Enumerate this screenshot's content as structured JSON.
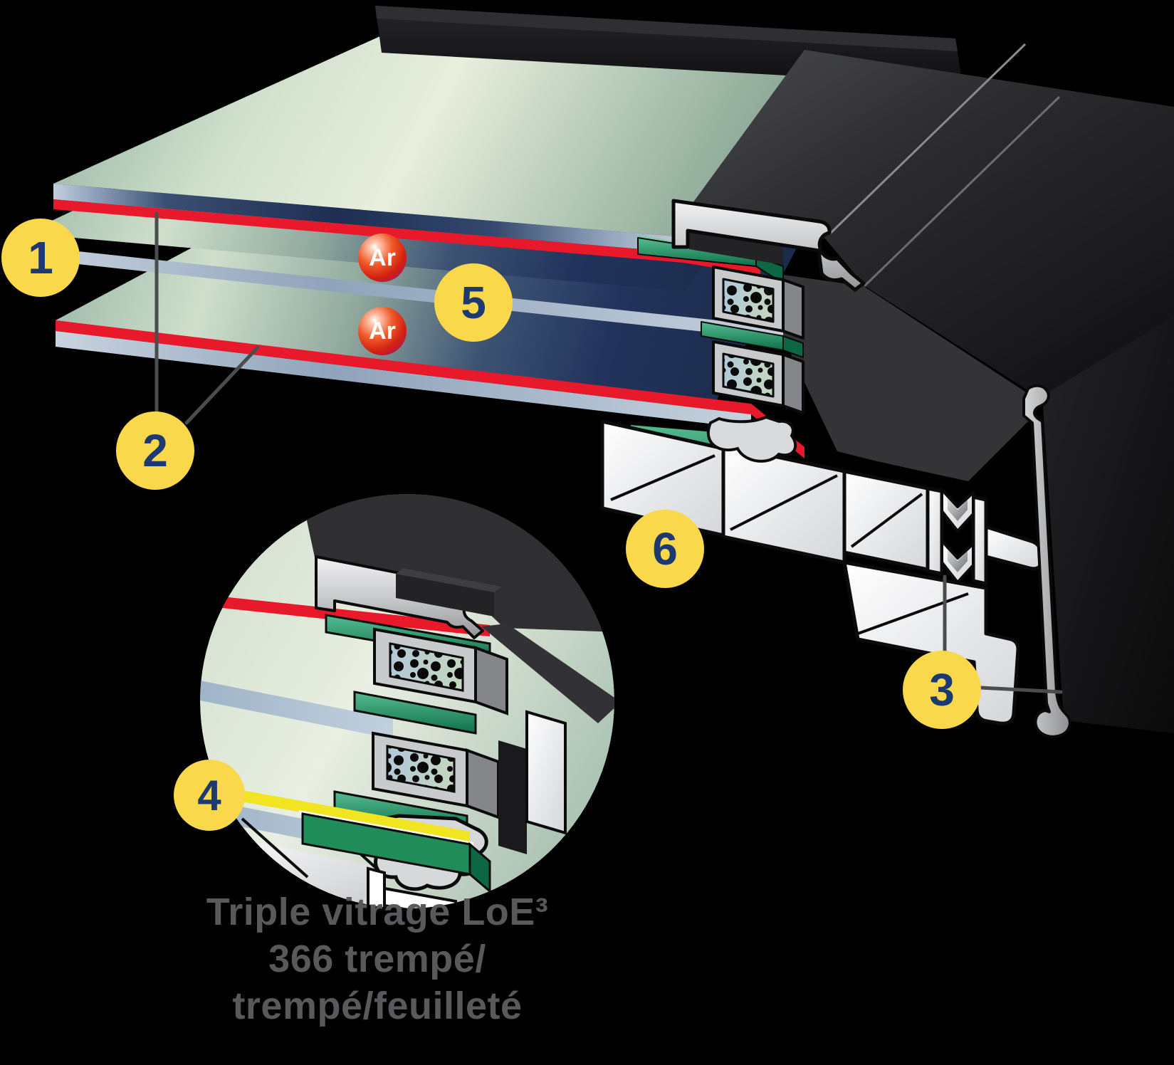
{
  "figure": {
    "type": "window-cross-section-diagram",
    "caption": {
      "lines": [
        "Triple vitrage LoE³",
        "366 trempé/",
        "trempé/feuilleté"
      ]
    },
    "callouts": [
      {
        "number": "1"
      },
      {
        "number": "2"
      },
      {
        "number": "3"
      },
      {
        "number": "4"
      },
      {
        "number": "5"
      },
      {
        "number": "6"
      }
    ],
    "gas_labels": [
      {
        "label": "Ar"
      },
      {
        "label": "Ar"
      }
    ],
    "colors": {
      "background": "#000000",
      "callout_fill": "#F9D94B",
      "callout_text": "#1D3A70",
      "coating_red": "#E8192B",
      "interlayer_yellow": "#F0E520",
      "argon_sphere": "#E0391D",
      "sealant_green": "#1F8259",
      "glass_green": "#C9DCC9",
      "frame_dark": "#2E2E31",
      "caption_text": "#58595B"
    }
  }
}
